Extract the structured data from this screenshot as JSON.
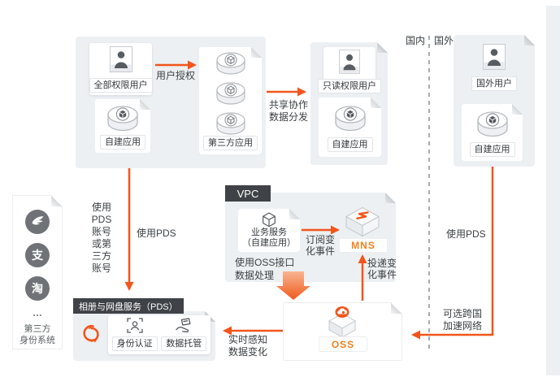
{
  "regions": {
    "domestic": "国内",
    "overseas": "国外"
  },
  "groups": {
    "domestic_users": {
      "full_user": "全部权限用户",
      "self_app": "自建应用",
      "third_app": "第三方应用"
    },
    "readonly": {
      "user": "只读权限用户",
      "self_app": "自建应用"
    },
    "overseas": {
      "user": "国外用户",
      "self_app": "自建应用"
    },
    "identity": {
      "alipay": "支",
      "taobao": "淘",
      "dots": "...",
      "label": "第三方\n身份系统"
    },
    "vpc": {
      "tag": "VPC",
      "service_line1": "业务服务",
      "service_line2": "（自建应用）",
      "note": "使用OSS接口\n数据处理",
      "mns": "MNS"
    },
    "oss": {
      "label": "OSS"
    },
    "pds": {
      "tag": "相册与网盘服务（PDS）",
      "auth": "身份认证",
      "hosting": "数据托管"
    }
  },
  "flows": {
    "user_auth": "用户授权",
    "share": "共享协作\n数据分发",
    "account_options": "使用\nPDS\n账号\n或第\n三方\n账号",
    "use_pds_domestic": "使用PDS",
    "subscribe": "订阅变\n化事件",
    "deliver": "投递变\n化事件",
    "realtime": "实时感知\n数据变化",
    "use_pds_overseas": "使用PDS",
    "cross_border": "可选跨国\n加速网络"
  },
  "colors": {
    "accent": "#F2551B",
    "label_orange": "#F0801D",
    "panel": "#EDF0F3",
    "tab_dark": "#3F4246"
  }
}
